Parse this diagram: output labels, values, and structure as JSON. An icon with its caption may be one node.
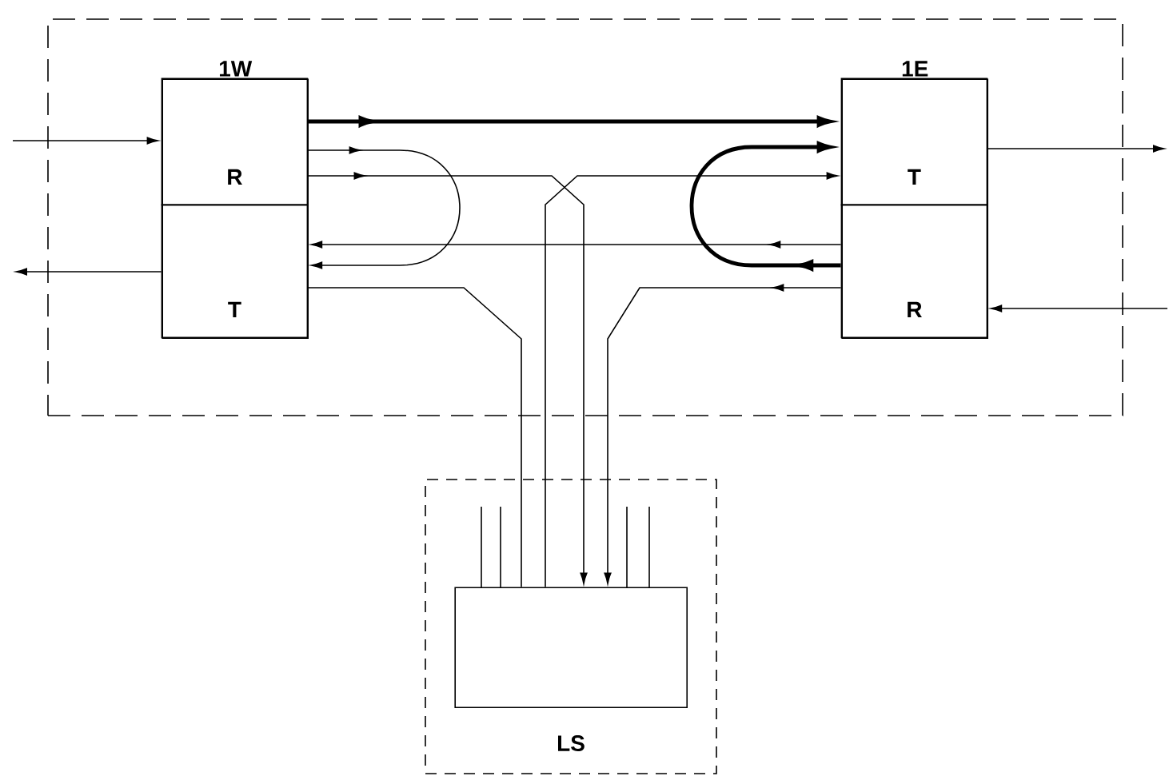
{
  "diagram": {
    "nodes": [
      {
        "text": [],
        "shape": "box"
      },
      {
        "text": [
          "1W"
        ],
        "in": 0
      },
      {
        "text": [
          "R"
        ],
        "in": 1
      },
      {
        "text": [
          "T"
        ],
        "in": 1
      },
      {
        "text": [
          "1E"
        ],
        "in": 0
      },
      {
        "text": [
          "T"
        ],
        "in": 4
      },
      {
        "text": [
          "R"
        ],
        "in": 4
      },
      {
        "text": [
          "LS"
        ]
      },
      {
        "text": [],
        "shape": "box",
        "in": 7
      }
    ],
    "edges": [
      {
        "from": null,
        "to": 2,
        "arrow": "to"
      },
      {
        "from": 3,
        "to": null,
        "arrow": "to"
      },
      {
        "from": 5,
        "to": null,
        "arrow": "to"
      },
      {
        "from": null,
        "to": 6,
        "arrow": "to"
      },
      {
        "from": 2,
        "to": 5,
        "arrow": "to",
        "style": "thick"
      },
      {
        "from": 2,
        "to": 3,
        "arrow": "to"
      },
      {
        "from": 2,
        "to": 8,
        "arrow": "to"
      },
      {
        "from": 8,
        "to": 5,
        "arrow": "to"
      },
      {
        "from": 6,
        "to": 3,
        "arrow": "to"
      },
      {
        "from": 6,
        "to": 5,
        "arrow": "to",
        "style": "thick"
      },
      {
        "from": 6,
        "to": 8,
        "arrow": "to"
      },
      {
        "from": 3,
        "to": 8,
        "arrow": "none"
      }
    ]
  }
}
